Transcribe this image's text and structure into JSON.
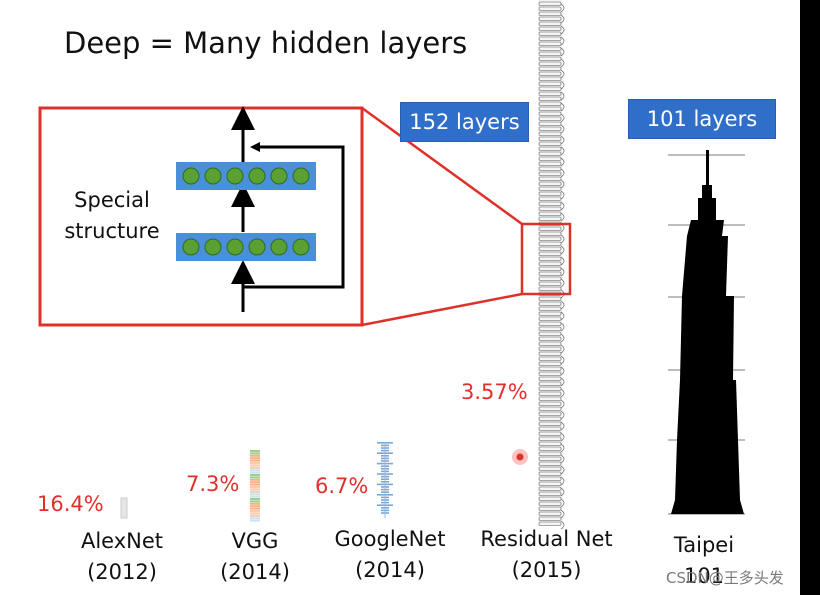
{
  "title": "Deep = Many hidden layers",
  "badges": {
    "residual": "152 layers",
    "taipei": "101 layers"
  },
  "special_structure": {
    "line1": "Special",
    "line2": "structure"
  },
  "networks": [
    {
      "name": "AlexNet",
      "year": "(2012)",
      "error": "16.4%"
    },
    {
      "name": "VGG",
      "year": "(2014)",
      "error": "7.3%"
    },
    {
      "name": "GoogleNet",
      "year": "(2014)",
      "error": "6.7%"
    },
    {
      "name": "Residual Net",
      "year": "(2015)",
      "error": "3.57%"
    },
    {
      "name": "Taipei",
      "year": "101",
      "error": ""
    }
  ],
  "watermark": "CSDN@王多头发",
  "colors": {
    "frame_red": "#e0302a",
    "badge_blue": "#2f6fc9",
    "layer_blue": "#4a90d9",
    "neuron_green": "#5aa032",
    "tower": "#000000"
  }
}
